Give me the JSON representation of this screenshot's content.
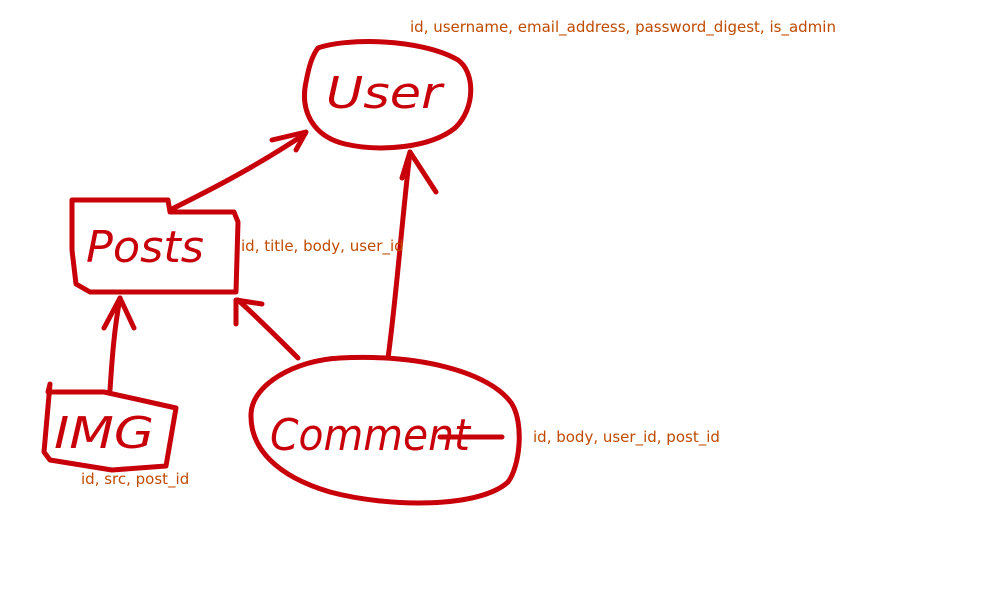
{
  "entities": {
    "user": {
      "label": "User",
      "fields": "id, username, email_address, password_digest, is_admin"
    },
    "posts": {
      "label": "Posts",
      "fields": "id, title, body, user_id"
    },
    "img": {
      "label": "IMG",
      "fields": "id, src, post_id"
    },
    "comment": {
      "label": "Comment",
      "fields": "id, body, user_id, post_id"
    }
  },
  "relationships": [
    {
      "from": "Posts",
      "to": "User"
    },
    {
      "from": "IMG",
      "to": "Posts"
    },
    {
      "from": "Comment",
      "to": "Posts"
    },
    {
      "from": "Comment",
      "to": "User"
    }
  ],
  "colors": {
    "ink": "#c8000a",
    "note": "#c04a00",
    "background": "#ffffff"
  }
}
